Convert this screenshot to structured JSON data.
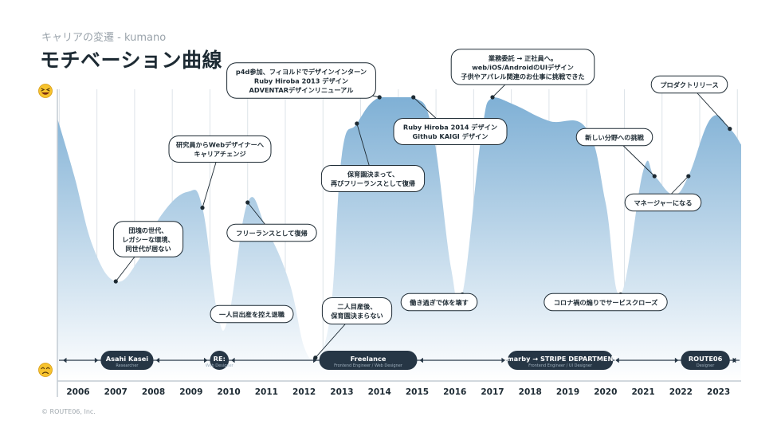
{
  "header": {
    "subtitle": "キャリアの変遷 - kumano",
    "title": "モチベーション曲線"
  },
  "footer": {
    "copyright": "© ROUTE06, Inc."
  },
  "icons": {
    "top": "grinning-face-icon",
    "bottom": "tired-face-icon"
  },
  "colors": {
    "area_top": "#7fb0d5",
    "area_bottom": "#ffffff",
    "phase_bg": "#263645",
    "text": "#1d2a33"
  },
  "chart_data": {
    "type": "area",
    "title": "モチベーション曲線",
    "xlabel": "",
    "ylabel": "",
    "xlim": [
      2005.45,
      2023.6
    ],
    "ylim": [
      0,
      100
    ],
    "grid": true,
    "x_ticks": [
      "2006",
      "2007",
      "2008",
      "2009",
      "2010",
      "2011",
      "2012",
      "2013",
      "2014",
      "2015",
      "2016",
      "2017",
      "2018",
      "2019",
      "2020",
      "2021",
      "2022",
      "2023"
    ],
    "points": [
      {
        "x": 2005.45,
        "y": 92
      },
      {
        "x": 2005.9,
        "y": 70
      },
      {
        "x": 2006.4,
        "y": 43
      },
      {
        "x": 2007.0,
        "y": 30
      },
      {
        "x": 2007.6,
        "y": 38
      },
      {
        "x": 2008.2,
        "y": 55
      },
      {
        "x": 2008.9,
        "y": 64
      },
      {
        "x": 2009.3,
        "y": 58
      },
      {
        "x": 2009.7,
        "y": 18
      },
      {
        "x": 2010.0,
        "y": 17
      },
      {
        "x": 2010.5,
        "y": 60
      },
      {
        "x": 2011.0,
        "y": 50
      },
      {
        "x": 2011.6,
        "y": 30
      },
      {
        "x": 2012.0,
        "y": 5
      },
      {
        "x": 2012.3,
        "y": 1
      },
      {
        "x": 2012.7,
        "y": 18
      },
      {
        "x": 2013.0,
        "y": 78
      },
      {
        "x": 2013.4,
        "y": 90
      },
      {
        "x": 2014.0,
        "y": 100
      },
      {
        "x": 2014.9,
        "y": 100
      },
      {
        "x": 2015.4,
        "y": 88
      },
      {
        "x": 2015.9,
        "y": 35
      },
      {
        "x": 2016.2,
        "y": 25
      },
      {
        "x": 2016.7,
        "y": 85
      },
      {
        "x": 2017.0,
        "y": 100
      },
      {
        "x": 2017.6,
        "y": 97
      },
      {
        "x": 2018.5,
        "y": 91
      },
      {
        "x": 2019.5,
        "y": 88
      },
      {
        "x": 2020.0,
        "y": 60
      },
      {
        "x": 2020.4,
        "y": 25
      },
      {
        "x": 2021.0,
        "y": 72
      },
      {
        "x": 2021.3,
        "y": 70
      },
      {
        "x": 2021.8,
        "y": 63
      },
      {
        "x": 2022.2,
        "y": 70
      },
      {
        "x": 2022.8,
        "y": 92
      },
      {
        "x": 2023.3,
        "y": 88
      },
      {
        "x": 2023.6,
        "y": 82
      }
    ],
    "annotations": [
      {
        "lines": [
          "団塊の世代、",
          "レガシーな環境、",
          "同世代が居ない"
        ],
        "point_index": 3
      },
      {
        "lines": [
          "研究員からWebデザイナーへ",
          "キャリアチェンジ"
        ],
        "point_index": 7
      },
      {
        "lines": [
          "一人目出産を控え退職"
        ],
        "point_index": 9
      },
      {
        "lines": [
          "フリーランスとして復帰"
        ],
        "point_index": 10
      },
      {
        "lines": [
          "二人目産後、",
          "保育園決まらない"
        ],
        "point_index": 14
      },
      {
        "lines": [
          "保育園決まって、",
          "再びフリーランスとして復帰"
        ],
        "point_index": 17
      },
      {
        "lines": [
          "p4d参加、フィヨルドでデザインインターン",
          "Ruby Hiroba 2013 デザイン",
          "ADVENTARデザインリニューアル"
        ],
        "point_index": 18
      },
      {
        "lines": [
          "Ruby Hiroba 2014 デザイン",
          "Github KAIGI デザイン"
        ],
        "point_index": 19
      },
      {
        "lines": [
          "働き過ぎで体を壊す"
        ],
        "point_index": 22
      },
      {
        "lines": [
          "業務委託 → 正社員へ。",
          "web/iOS/AndroidのUIデザイン",
          "子供やアパレル関連のお仕事に挑戦できた"
        ],
        "point_index": 24
      },
      {
        "lines": [
          "コロナ禍の煽りでサービスクローズ"
        ],
        "point_index": 29
      },
      {
        "lines": [
          "新しい分野への挑戦"
        ],
        "point_index": 31
      },
      {
        "lines": [
          "マネージャーになる"
        ],
        "point_index": 33
      },
      {
        "lines": [
          "プロダクトリリース"
        ],
        "point_index": 35
      }
    ],
    "phases": [
      {
        "label": "Asahi Kasei",
        "sub": "Researcher",
        "start": 2006.6,
        "end": 2008.0
      },
      {
        "label": "RE:",
        "sub": "Web Designer",
        "start": 2009.5,
        "end": 2010.0
      },
      {
        "label": "Freelance",
        "sub": "Frontend Engineer / Web Designer",
        "start": 2012.4,
        "end": 2015.0
      },
      {
        "label": "smarby → STRIPE DEPARTMENT",
        "sub": "Frontend Engineer / UI Designer",
        "start": 2017.4,
        "end": 2020.2
      },
      {
        "label": "ROUTE06",
        "sub": "Designer",
        "start": 2022.0,
        "end": 2023.3
      }
    ]
  }
}
